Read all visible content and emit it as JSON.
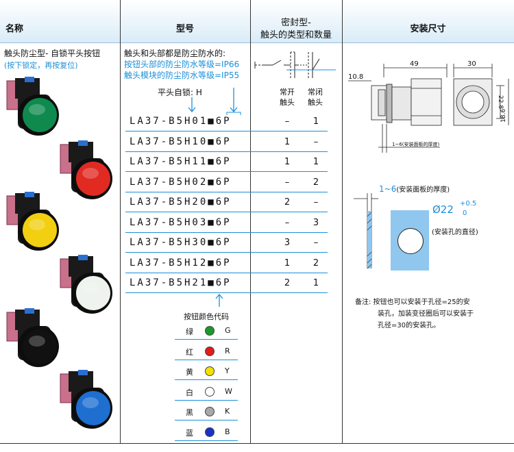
{
  "header": {
    "col_name": "名称",
    "col_model": "型号",
    "col_seal_line1": "密封型-",
    "col_seal_line2": "触头的类型和数量",
    "col_size": "安装尺寸"
  },
  "product": {
    "title": "触头防尘型- 自锁平头按钮",
    "subtitle": "(按下锁定，再按复位)"
  },
  "model_info": {
    "intro": "触头和头部都是防尘防水的:",
    "ip_button": "按钮头部的防尘防水等级=IP66",
    "ip_module": "触头模块的防尘防水等级=IP55",
    "flat_label": "平头自锁: H",
    "color_code_label": "按钮颜色代码"
  },
  "contacts": {
    "no_label_1": "常开",
    "no_label_2": "触头",
    "nc_label_1": "常闭",
    "nc_label_2": "触头"
  },
  "models": [
    {
      "code": "LA37-B5H01■6P",
      "no": "–",
      "nc": "1"
    },
    {
      "code": "LA37-B5H10■6P",
      "no": "1",
      "nc": "–"
    },
    {
      "code": "LA37-B5H11■6P",
      "no": "1",
      "nc": "1"
    },
    {
      "code": "LA37-B5H02■6P",
      "no": "–",
      "nc": "2"
    },
    {
      "code": "LA37-B5H20■6P",
      "no": "2",
      "nc": "–"
    },
    {
      "code": "LA37-B5H03■6P",
      "no": "–",
      "nc": "3"
    },
    {
      "code": "LA37-B5H30■6P",
      "no": "3",
      "nc": "–"
    },
    {
      "code": "LA37-B5H12■6P",
      "no": "1",
      "nc": "2"
    },
    {
      "code": "LA37-B5H21■6P",
      "no": "2",
      "nc": "1"
    }
  ],
  "colors": [
    {
      "name": "绿",
      "code": "G",
      "hex": "#1a9a2a"
    },
    {
      "name": "红",
      "code": "R",
      "hex": "#e41b17"
    },
    {
      "name": "黄",
      "code": "Y",
      "hex": "#f4e100"
    },
    {
      "name": "白",
      "code": "W",
      "hex": "#ffffff"
    },
    {
      "name": "黑",
      "code": "K",
      "hex": "#a8a8a8"
    },
    {
      "name": "蓝",
      "code": "B",
      "hex": "#1633c8"
    }
  ],
  "photos": [
    {
      "color": "#0f8a4f",
      "label": "green-button-photo"
    },
    {
      "color": "#e02a22",
      "label": "red-button-photo"
    },
    {
      "color": "#f2cf10",
      "label": "yellow-button-photo"
    },
    {
      "color": "#eef3ee",
      "label": "white-button-photo"
    },
    {
      "color": "#111111",
      "label": "black-button-photo"
    },
    {
      "color": "#1e6fd0",
      "label": "blue-button-photo"
    }
  ],
  "dimensions": {
    "dim_10_8": "10.8",
    "dim_49": "49",
    "dim_30": "30",
    "dim_22_8": "22.8",
    "dim_18_6": "18.6",
    "panel_range": "1~6",
    "panel_range_note": "(安装面板的厚度)",
    "bracket_note": "1~6(安装面板的厚度)",
    "hole_dia": "Ø22",
    "tol_plus": "+0.5",
    "tol_zero": "0",
    "hole_note": "(安装孔的直径)"
  },
  "note": {
    "line1": "备注: 按钮也可以安装于孔径=25的安",
    "line2": "装孔，加装变径圈后可以安装于",
    "line3": "孔径=30的安装孔。"
  }
}
